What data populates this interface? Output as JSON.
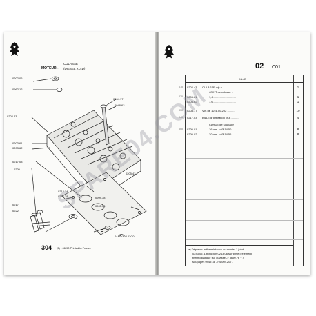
{
  "left_page": {
    "chapter": "MOTEUR -",
    "section": "CULASSE",
    "engine": "(DIESEL XL4D)",
    "callouts": [
      {
        "id": "c1",
        "text": "0202.06"
      },
      {
        "id": "c2",
        "text": "0962.12"
      },
      {
        "id": "c3",
        "text": "0204.17"
      },
      {
        "id": "c4",
        "text": "0048.63"
      },
      {
        "id": "c5",
        "text": "0202.43"
      },
      {
        "id": "c6",
        "text": "0203.61"
      },
      {
        "id": "c7",
        "text": "0203.62"
      },
      {
        "id": "c8",
        "text": "0217.03"
      },
      {
        "id": "c9",
        "text": "0220"
      },
      {
        "id": "c10",
        "text": "0212.24"
      },
      {
        "id": "c11",
        "text": "0217.28"
      },
      {
        "id": "c12",
        "text": "0205.43"
      },
      {
        "id": "c13",
        "text": "0217"
      },
      {
        "id": "c14",
        "text": "0209.38"
      },
      {
        "id": "c15",
        "text": "0905.30"
      },
      {
        "id": "c16",
        "text": "0222"
      }
    ],
    "drawing_ref": "04/92 304 02C01",
    "page_number": "304",
    "footer": "(2) - 06/90 Printed in France"
  },
  "right_page": {
    "group_number": "02",
    "group_code": "C01",
    "model": "XL4D",
    "rows": [
      {
        "ref": "0202.43",
        "desc": "CULASSE  <ф a......................................",
        "qty": "1",
        "indent": false
      },
      {
        "ref": "",
        "desc": "JOINT de culasse :",
        "qty": "",
        "indent": true
      },
      {
        "ref": "0203.61",
        "desc": "1,4..............................",
        "qty": "1",
        "indent": true
      },
      {
        "ref": "0203.62",
        "desc": "1,6..............................",
        "qty": "1",
        "indent": true
      },
      {
        "ref": "0204.17",
        "desc": "VIS de 12x1,50-202 ..........",
        "qty": "10",
        "indent": false
      },
      {
        "ref": "0217.03",
        "desc": "BILLE d'obturation  Ø 3 ..........",
        "qty": "4",
        "indent": false
      },
      {
        "ref": "",
        "desc": "CARDE de soupape :",
        "qty": "",
        "indent": true
      },
      {
        "ref": "0220.01",
        "desc": "16 mm  -> Ø 14,50 ..........",
        "qty": "8",
        "indent": true
      },
      {
        "ref": "0220.02",
        "desc": "20 mm  -> Ø 14,56 ..........",
        "qty": "8",
        "indent": true
      }
    ],
    "note_lines": [
      "a) Déplacer la thermistance ou monter 1 joint",
      "0243.05, 1 bouchon 0243.06 sur prise d'élément",
      "thermostatique sur culasse -> 8690.76 + 4",
      "soupapes 0949.38 -> 4.004.207."
    ]
  },
  "watermark": "SPARE04.COM"
}
